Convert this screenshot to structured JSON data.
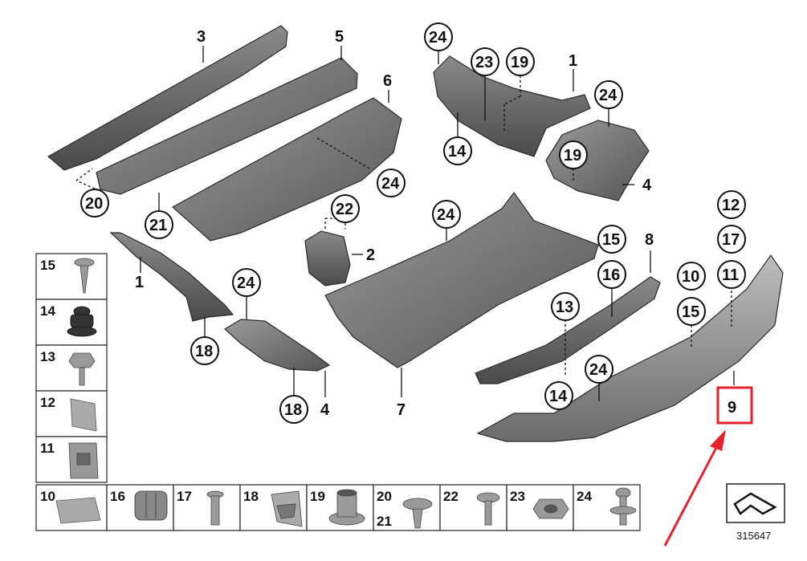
{
  "callouts": {
    "p3": "3",
    "p5": "5",
    "p6": "6",
    "p24a": "24",
    "p23": "23",
    "p19a": "19",
    "p1a": "1",
    "p24b": "24",
    "p14a": "14",
    "p19b": "19",
    "p4a": "4",
    "p20": "20",
    "p21": "21",
    "p24c": "24",
    "p22": "22",
    "p2": "2",
    "p24d": "24",
    "p12": "12",
    "p17": "17",
    "p15a": "15",
    "p8": "8",
    "p16a": "16",
    "p10": "10",
    "p11": "11",
    "p15b": "15",
    "p1b": "1",
    "p24e": "24",
    "p18a": "18",
    "p18b": "18",
    "p4b": "4",
    "p7": "7",
    "p13": "13",
    "p14b": "14",
    "p24f": "24",
    "p9": "9"
  },
  "legend": {
    "c15": "15",
    "c14": "14",
    "c13": "13",
    "c12": "12",
    "c11": "11",
    "c10": "10",
    "c16": "16",
    "c17": "17",
    "c18": "18",
    "c19": "19",
    "c20": "20",
    "c21": "21",
    "c22": "22",
    "c23": "23",
    "c24": "24"
  },
  "ref_number": "315647",
  "highlight_color": "#e8222a"
}
